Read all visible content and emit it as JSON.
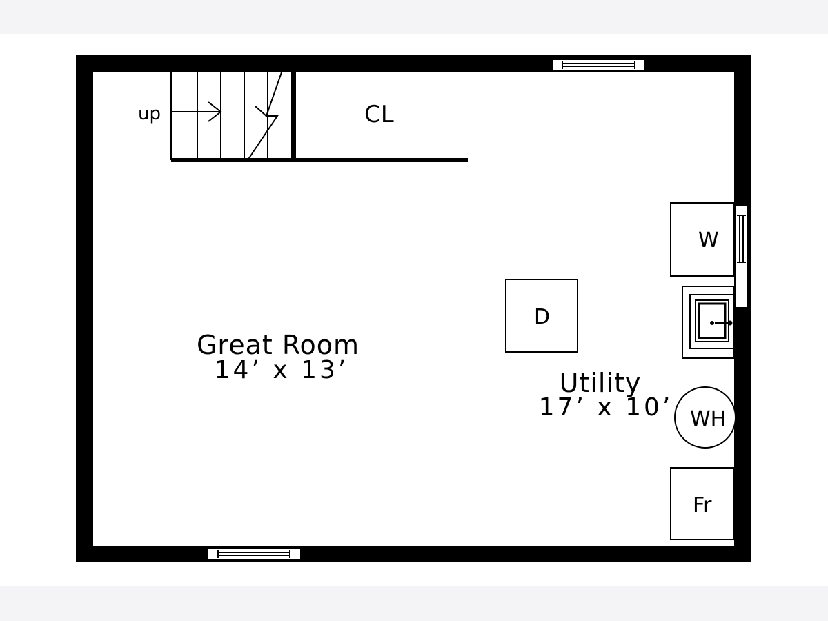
{
  "rooms": [
    {
      "name": "Great Room",
      "dimensions": "14’ x 13’"
    },
    {
      "name": "Utility",
      "dimensions": "17’ x 10’"
    }
  ],
  "labels": {
    "stairs": "up",
    "closet": "CL",
    "washer": "W",
    "dryer": "D",
    "water_heater": "WH",
    "freezer": "Fr"
  },
  "colors": {
    "wall": "#000000",
    "background": "#ffffff",
    "page_band": "#f4f4f6"
  }
}
